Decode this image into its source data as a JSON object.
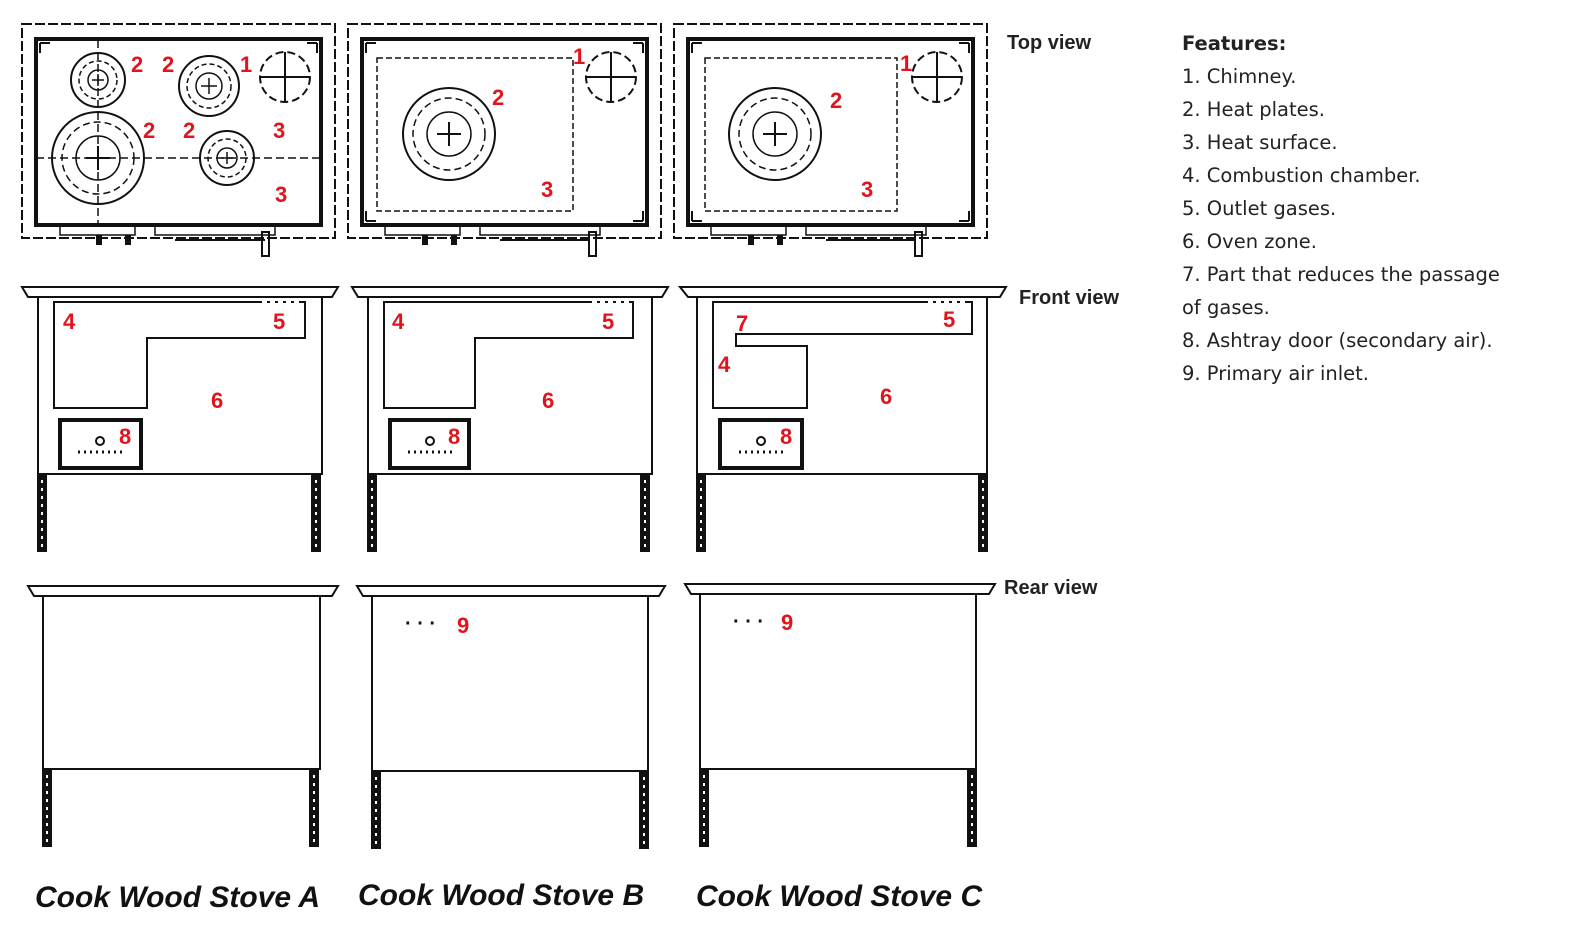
{
  "views": {
    "top": "Top view",
    "front": "Front view",
    "rear": "Rear view"
  },
  "stoves": [
    {
      "name": "Cook Wood Stove A"
    },
    {
      "name": "Cook Wood Stove B"
    },
    {
      "name": "Cook Wood Stove C"
    }
  ],
  "labels": {
    "n1": "1",
    "n2": "2",
    "n3": "3",
    "n4": "4",
    "n5": "5",
    "n6": "6",
    "n7": "7",
    "n8": "8",
    "n9": "9",
    "dots": "· · ·"
  },
  "features": {
    "title": "Features:",
    "items": [
      "1. Chimney.",
      "2. Heat plates.",
      "3. Heat surface.",
      "4. Combustion chamber.",
      "5. Outlet gases.",
      "6. Oven zone.",
      "7. Part that reduces the passage",
      "of gases.",
      "8. Ashtray door (secondary air).",
      "9. Primary air inlet."
    ]
  },
  "colors": {
    "label": "#e1141c",
    "line": "#111111"
  }
}
